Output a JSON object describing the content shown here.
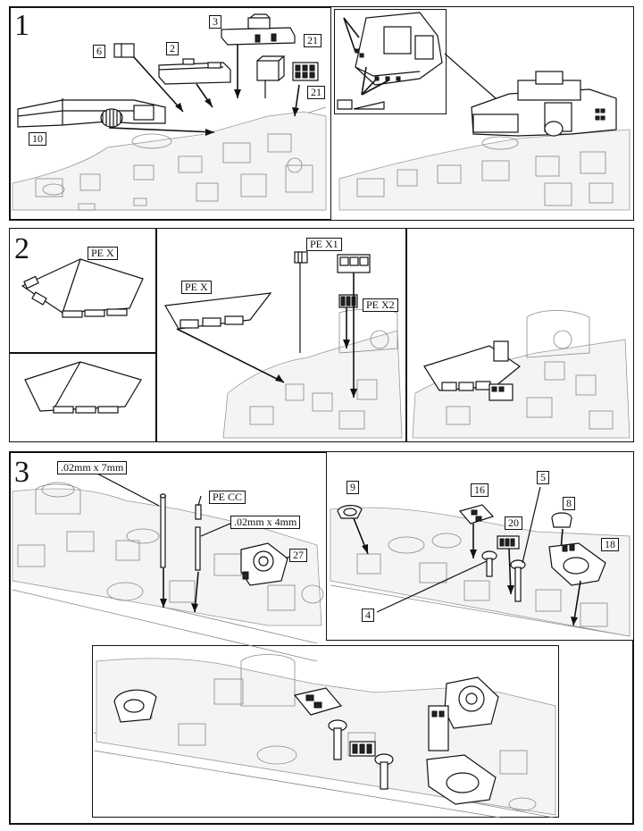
{
  "steps": [
    {
      "number": "1"
    },
    {
      "number": "2"
    },
    {
      "number": "3"
    }
  ],
  "step1": {
    "labels": [
      "3",
      "6",
      "2",
      "21",
      "21",
      "10"
    ]
  },
  "step2": {
    "labels": [
      "PE X",
      "PE X",
      "PE X1",
      "PE X2"
    ]
  },
  "step3": {
    "labels": [
      ".02mm x 7mm",
      "PE CC",
      ".02mm x 4mm",
      "27",
      "9",
      "16",
      "5",
      "8",
      "20",
      "18",
      "4"
    ]
  }
}
